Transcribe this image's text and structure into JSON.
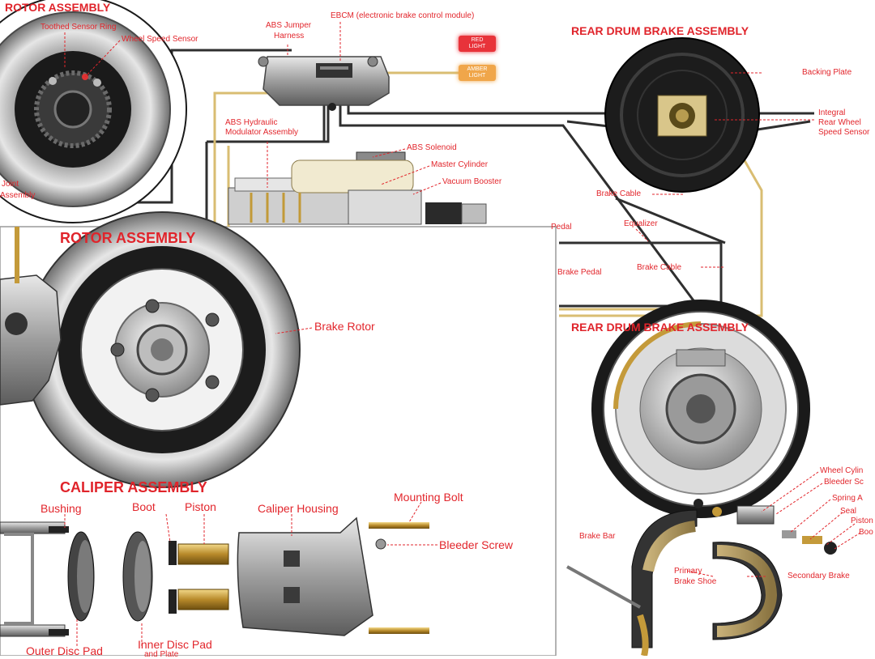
{
  "headings": {
    "rotor_top": "ROTOR ASSEMBLY",
    "rear_drum_top": "REAR DRUM BRAKE ASSEMBLY",
    "rotor_main": "ROTOR ASSEMBLY",
    "rear_drum_main": "REAR DRUM BRAKE ASSEMBLY",
    "caliper": "CALIPER ASSEMBLY"
  },
  "labels": {
    "toothed_sensor_ring": "Toothed Sensor Ring",
    "wheel_speed_sensor": "Wheel Speed Sensor",
    "joint_assembly_1": "Joint",
    "joint_assembly_2": "Assembly",
    "abs_jumper_harness_1": "ABS Jumper",
    "abs_jumper_harness_2": "Harness",
    "ebcm": "EBCM (electronic brake control module)",
    "red_light_1": "RED",
    "red_light_2": "LIGHT",
    "amber_light_1": "AMBER",
    "amber_light_2": "LIGHT",
    "abs_modulator_1": "ABS Hydraulic",
    "abs_modulator_2": "Modulator Assembly",
    "abs_solenoid": "ABS Solenoid",
    "master_cylinder": "Master Cylinder",
    "vacuum_booster": "Vacuum Booster",
    "pedal": "Pedal",
    "brake_pedal": "Brake Pedal",
    "backing_plate": "Backing Plate",
    "integral_sensor_1": "Integral",
    "integral_sensor_2": "Rear Wheel",
    "integral_sensor_3": "Speed Sensor",
    "brake_cable_1": "Brake Cable",
    "equalizer": "Equalizer",
    "brake_cable_2": "Brake Cable",
    "brake_rotor": "Brake Rotor",
    "bushing": "Bushing",
    "boot": "Boot",
    "piston": "Piston",
    "caliper_housing": "Caliper Housing",
    "mounting_bolt": "Mounting Bolt",
    "bleeder_screw": "Bleeder Screw",
    "outer_disc_pad": "Outer Disc Pad",
    "inner_disc_pad_1": "Inner Disc Pad",
    "inner_disc_pad_2": "and Plate",
    "brake_bar": "Brake Bar",
    "primary_shoe_1": "Primary",
    "primary_shoe_2": "Brake Shoe",
    "secondary_shoe": "Secondary Brake",
    "wheel_cylinder": "Wheel Cylin",
    "bleeder_screw_small": "Bleeder Sc",
    "spring": "Spring A",
    "seal": "Seal",
    "piston_small": "Piston",
    "boot_small": "Boo"
  },
  "colors": {
    "accent_red": "#e2262c",
    "wire_dark": "#2b2b2b",
    "brake_line_gold": "#d8b86a",
    "lamp_red": "#e8333a",
    "lamp_amber": "#f0a64a"
  }
}
